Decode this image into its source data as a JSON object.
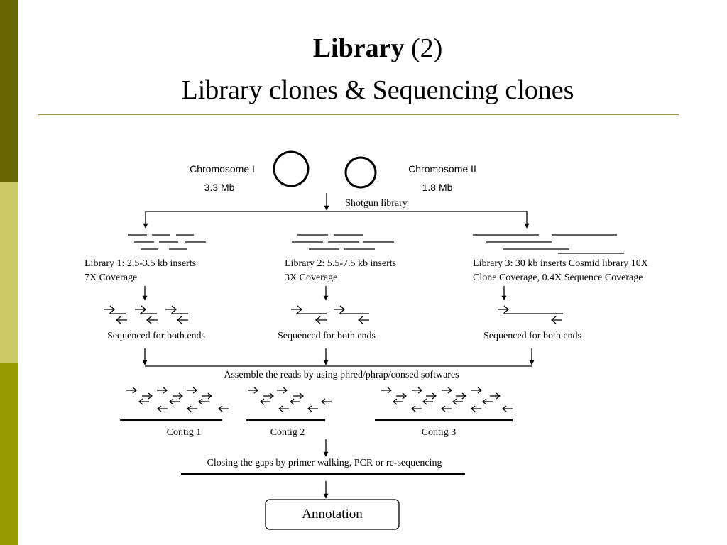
{
  "title": {
    "bold": "Library",
    "suffix": " (2)",
    "subtitle": "Library clones & Sequencing clones"
  },
  "colors": {
    "sidebar_top": "#666600",
    "sidebar_mid": "#cccc66",
    "sidebar_bottom": "#999900",
    "rule": "#999933"
  },
  "chromosomes": [
    {
      "name": "Chromosome I",
      "size": "3.3 Mb"
    },
    {
      "name": "Chromosome II",
      "size": "1.8 Mb"
    }
  ],
  "shotgun_label": "Shotgun library",
  "libraries": [
    {
      "line1": "Library 1: 2.5-3.5 kb inserts",
      "line2": "7X Coverage",
      "sequenced": "Sequenced for both ends"
    },
    {
      "line1": "Library 2: 5.5-7.5 kb inserts",
      "line2": "3X Coverage",
      "sequenced": "Sequenced for both ends"
    },
    {
      "line1": "Library 3: 30 kb inserts Cosmid library 10X",
      "line2": "Clone Coverage, 0.4X Sequence Coverage",
      "sequenced": "Sequenced for both ends"
    }
  ],
  "assemble_label": "Assemble the reads by using phred/phrap/consed softwares",
  "contigs": [
    "Contig 1",
    "Contig 2",
    "Contig 3"
  ],
  "closing_label": "Closing the gaps by primer walking, PCR or re-sequencing",
  "annotation_label": "Annotation"
}
